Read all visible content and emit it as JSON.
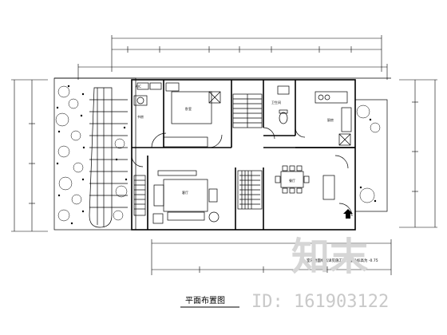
{
  "plan": {
    "title": "平面布置图",
    "note": "注：室内地面标高详见施工图，室外标高为 -0.75",
    "rooms": {
      "bedroom": "卧室",
      "kitchen": "厨房",
      "living": "客厅",
      "dining": "餐厅",
      "toilet": "卫生间",
      "study": "书房",
      "ac": "A/C"
    }
  },
  "watermark": {
    "logo": "知末",
    "id": "ID: 161903122"
  }
}
